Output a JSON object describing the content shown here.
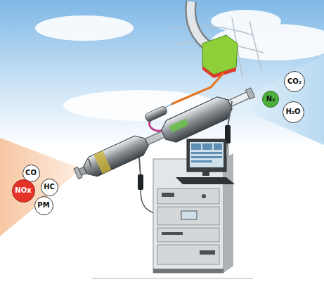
{
  "diagram": {
    "nodes": [
      {
        "text": [
          "CO₂"
        ]
      },
      {
        "text": [
          "N₂"
        ]
      },
      {
        "text": [
          "H₂O"
        ]
      },
      {
        "text": [
          "CO"
        ]
      },
      {
        "text": [
          "HC"
        ]
      },
      {
        "text": [
          "NOx"
        ]
      },
      {
        "text": [
          "PM"
        ]
      }
    ]
  }
}
